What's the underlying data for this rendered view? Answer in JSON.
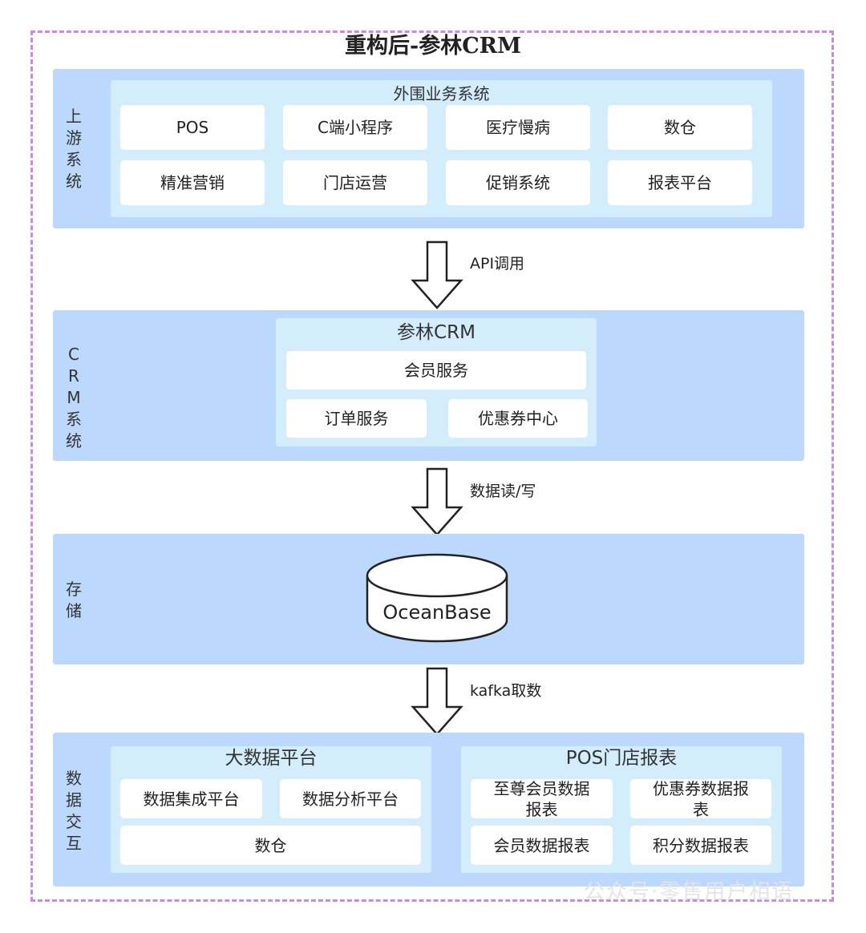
{
  "title": "重构后-参林CRM",
  "layers": {
    "upstream": {
      "label": "上\n游\n系\n统",
      "panel_title": "外围业务系统",
      "items": [
        "POS",
        "C端小程序",
        "医疗慢病",
        "数仓",
        "精准营销",
        "门店运营",
        "促销系统",
        "报表平台"
      ]
    },
    "crm": {
      "label": "C\nR\nM\n系\n统",
      "panel_title": "参林CRM",
      "items": [
        "会员服务",
        "订单服务",
        "优惠券中心"
      ]
    },
    "storage": {
      "label": "存\n储",
      "db": "OceanBase"
    },
    "exchange": {
      "label": "数\n据\n交\n互",
      "bigdata_title": "大数据平台",
      "bigdata_items": [
        "数据集成平台",
        "数据分析平台",
        "数仓"
      ],
      "pos_title": "POS门店报表",
      "pos_items": [
        "至尊会员数据报表",
        "优惠券数据报表",
        "会员数据报表",
        "积分数据报表"
      ]
    }
  },
  "arrows": [
    "API调用",
    "数据读/写",
    "kafka取数"
  ],
  "watermark": "公众号·零售用户相语",
  "colors": {
    "frame": "#c58be6",
    "layer": "#bcd8fc",
    "panel": "#d3edfd",
    "box": "#ffffff"
  }
}
